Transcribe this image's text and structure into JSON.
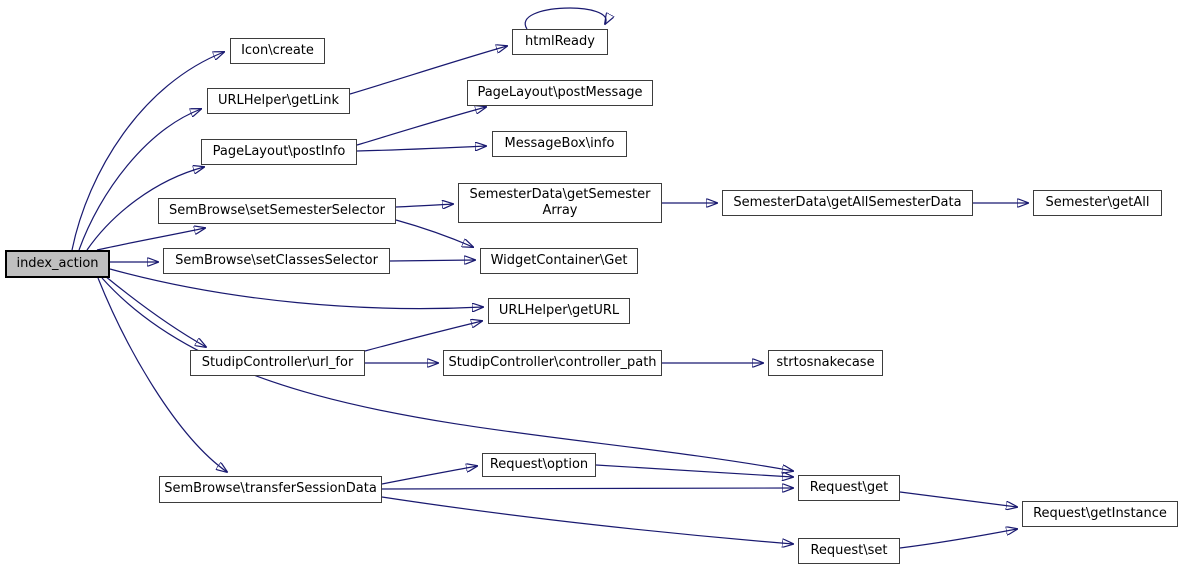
{
  "graph": {
    "kind": "call-graph",
    "colors": {
      "edge": "#191970",
      "node_border": "#3d3d3d",
      "node_fill": "#ffffff",
      "highlight_node_fill": "#bfbfbf",
      "text": "#000000",
      "background": "#ffffff"
    },
    "nodes": [
      {
        "id": "index_action",
        "label": "index_action",
        "highlighted": true
      },
      {
        "id": "icon_create",
        "label": "Icon\\create",
        "highlighted": false
      },
      {
        "id": "urlhelper_getlink",
        "label": "URLHelper\\getLink",
        "highlighted": false
      },
      {
        "id": "pagelayout_postinfo",
        "label": "PageLayout\\postInfo",
        "highlighted": false
      },
      {
        "id": "sembrowse_setsemesterselector",
        "label": "SemBrowse\\setSemesterSelector",
        "highlighted": false
      },
      {
        "id": "sembrowse_setclassesselector",
        "label": "SemBrowse\\setClassesSelector",
        "highlighted": false
      },
      {
        "id": "htmlready",
        "label": "htmlReady",
        "highlighted": false
      },
      {
        "id": "pagelayout_postmessage",
        "label": "PageLayout\\postMessage",
        "highlighted": false
      },
      {
        "id": "messagebox_info",
        "label": "MessageBox\\info",
        "highlighted": false
      },
      {
        "id": "semesterdata_getsemesterarray",
        "label": "SemesterData\\getSemester Array",
        "highlighted": false
      },
      {
        "id": "widgetcontainer_get",
        "label": "WidgetContainer\\Get",
        "highlighted": false
      },
      {
        "id": "urlhelper_geturl",
        "label": "URLHelper\\getURL",
        "highlighted": false
      },
      {
        "id": "studipcontroller_url_for",
        "label": "StudipController\\url_for",
        "highlighted": false
      },
      {
        "id": "studipcontroller_controller_path",
        "label": "StudipController\\controller_path",
        "highlighted": false
      },
      {
        "id": "strtosnakecase",
        "label": "strtosnakecase",
        "highlighted": false
      },
      {
        "id": "semesterdata_getallsemesterdata",
        "label": "SemesterData\\getAllSemesterData",
        "highlighted": false
      },
      {
        "id": "semester_getall",
        "label": "Semester\\getAll",
        "highlighted": false
      },
      {
        "id": "sembrowse_transfersessiondata",
        "label": "SemBrowse\\transferSessionData",
        "highlighted": false
      },
      {
        "id": "request_option",
        "label": "Request\\option",
        "highlighted": false
      },
      {
        "id": "request_get",
        "label": "Request\\get",
        "highlighted": false
      },
      {
        "id": "request_set",
        "label": "Request\\set",
        "highlighted": false
      },
      {
        "id": "request_getinstance",
        "label": "Request\\getInstance",
        "highlighted": false
      }
    ],
    "edges": [
      {
        "from": "index_action",
        "to": "icon_create"
      },
      {
        "from": "index_action",
        "to": "urlhelper_getlink"
      },
      {
        "from": "index_action",
        "to": "pagelayout_postinfo"
      },
      {
        "from": "index_action",
        "to": "sembrowse_setsemesterselector"
      },
      {
        "from": "index_action",
        "to": "sembrowse_setclassesselector"
      },
      {
        "from": "index_action",
        "to": "urlhelper_geturl"
      },
      {
        "from": "index_action",
        "to": "studipcontroller_url_for"
      },
      {
        "from": "index_action",
        "to": "sembrowse_transfersessiondata"
      },
      {
        "from": "index_action",
        "to": "request_get"
      },
      {
        "from": "urlhelper_getlink",
        "to": "htmlready"
      },
      {
        "from": "htmlready",
        "to": "htmlready"
      },
      {
        "from": "pagelayout_postinfo",
        "to": "pagelayout_postmessage"
      },
      {
        "from": "pagelayout_postinfo",
        "to": "messagebox_info"
      },
      {
        "from": "sembrowse_setsemesterselector",
        "to": "semesterdata_getsemesterarray"
      },
      {
        "from": "sembrowse_setsemesterselector",
        "to": "widgetcontainer_get"
      },
      {
        "from": "sembrowse_setclassesselector",
        "to": "widgetcontainer_get"
      },
      {
        "from": "semesterdata_getsemesterarray",
        "to": "semesterdata_getallsemesterdata"
      },
      {
        "from": "semesterdata_getallsemesterdata",
        "to": "semester_getall"
      },
      {
        "from": "studipcontroller_url_for",
        "to": "urlhelper_geturl"
      },
      {
        "from": "studipcontroller_url_for",
        "to": "studipcontroller_controller_path"
      },
      {
        "from": "studipcontroller_controller_path",
        "to": "strtosnakecase"
      },
      {
        "from": "sembrowse_transfersessiondata",
        "to": "request_option"
      },
      {
        "from": "sembrowse_transfersessiondata",
        "to": "request_get"
      },
      {
        "from": "sembrowse_transfersessiondata",
        "to": "request_set"
      },
      {
        "from": "request_option",
        "to": "request_get"
      },
      {
        "from": "request_get",
        "to": "request_getinstance"
      },
      {
        "from": "request_set",
        "to": "request_getinstance"
      }
    ]
  }
}
